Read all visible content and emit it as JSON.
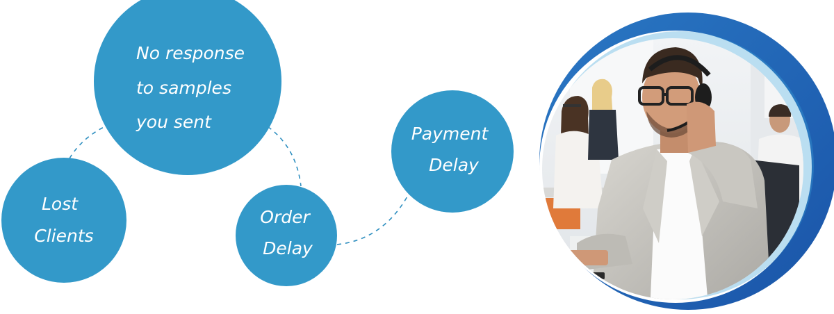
{
  "bubbles": {
    "no_response": {
      "lines": [
        "No response",
        "to samples",
        "you sent"
      ]
    },
    "lost_clients": {
      "lines": [
        "Lost",
        "Clients"
      ]
    },
    "order_delay": {
      "lines": [
        "Order",
        "Delay"
      ]
    },
    "payment_delay": {
      "lines": [
        "Payment",
        "Delay"
      ]
    }
  },
  "colors": {
    "bubble": "#3399c9",
    "connector": "#2f8fc0",
    "ring_dark": "#1f5fb0",
    "ring_light": "#3aa0d8"
  },
  "photo": {
    "subject": "call-center agent wearing headset, office background with colleagues"
  }
}
